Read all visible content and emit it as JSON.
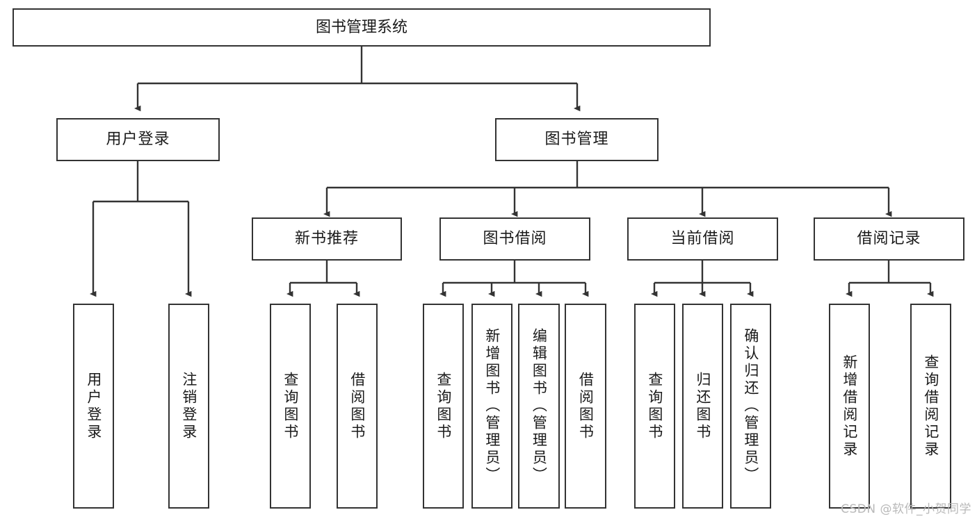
{
  "diagram": {
    "title": "图书管理系统",
    "watermark": "CSDN @软件_小贺同学",
    "line_color": "#333333",
    "box_fill": "#ffffff",
    "text_color": "#1a1a1a",
    "levels": {
      "root": "图书管理系统",
      "level2": [
        "用户登录",
        "图书管理"
      ],
      "level3": [
        "新书推荐",
        "图书借阅",
        "当前借阅",
        "借阅记录"
      ]
    },
    "nodes": {
      "root": "图书管理系统",
      "user_login": "用户登录",
      "book_manage": "图书管理",
      "new_book_rec": "新书推荐",
      "book_borrow": "图书借阅",
      "current_borrow": "当前借阅",
      "borrow_record": "借阅记录",
      "leaf_user_login": "用户登录",
      "leaf_logout": "注销登录",
      "leaf_query_book_a": "查询图书",
      "leaf_borrow_book_a": "借阅图书",
      "leaf_query_book_b": "查询图书",
      "leaf_add_book_admin": "新增图书（管理员）",
      "leaf_edit_book_admin": "编辑图书（管理员）",
      "leaf_borrow_book_b": "借阅图书",
      "leaf_query_book_c": "查询图书",
      "leaf_return_book": "归还图书",
      "leaf_confirm_return_admin": "确认归还（管理员）",
      "leaf_add_record": "新增借阅记录",
      "leaf_query_record": "查询借阅记录"
    }
  }
}
